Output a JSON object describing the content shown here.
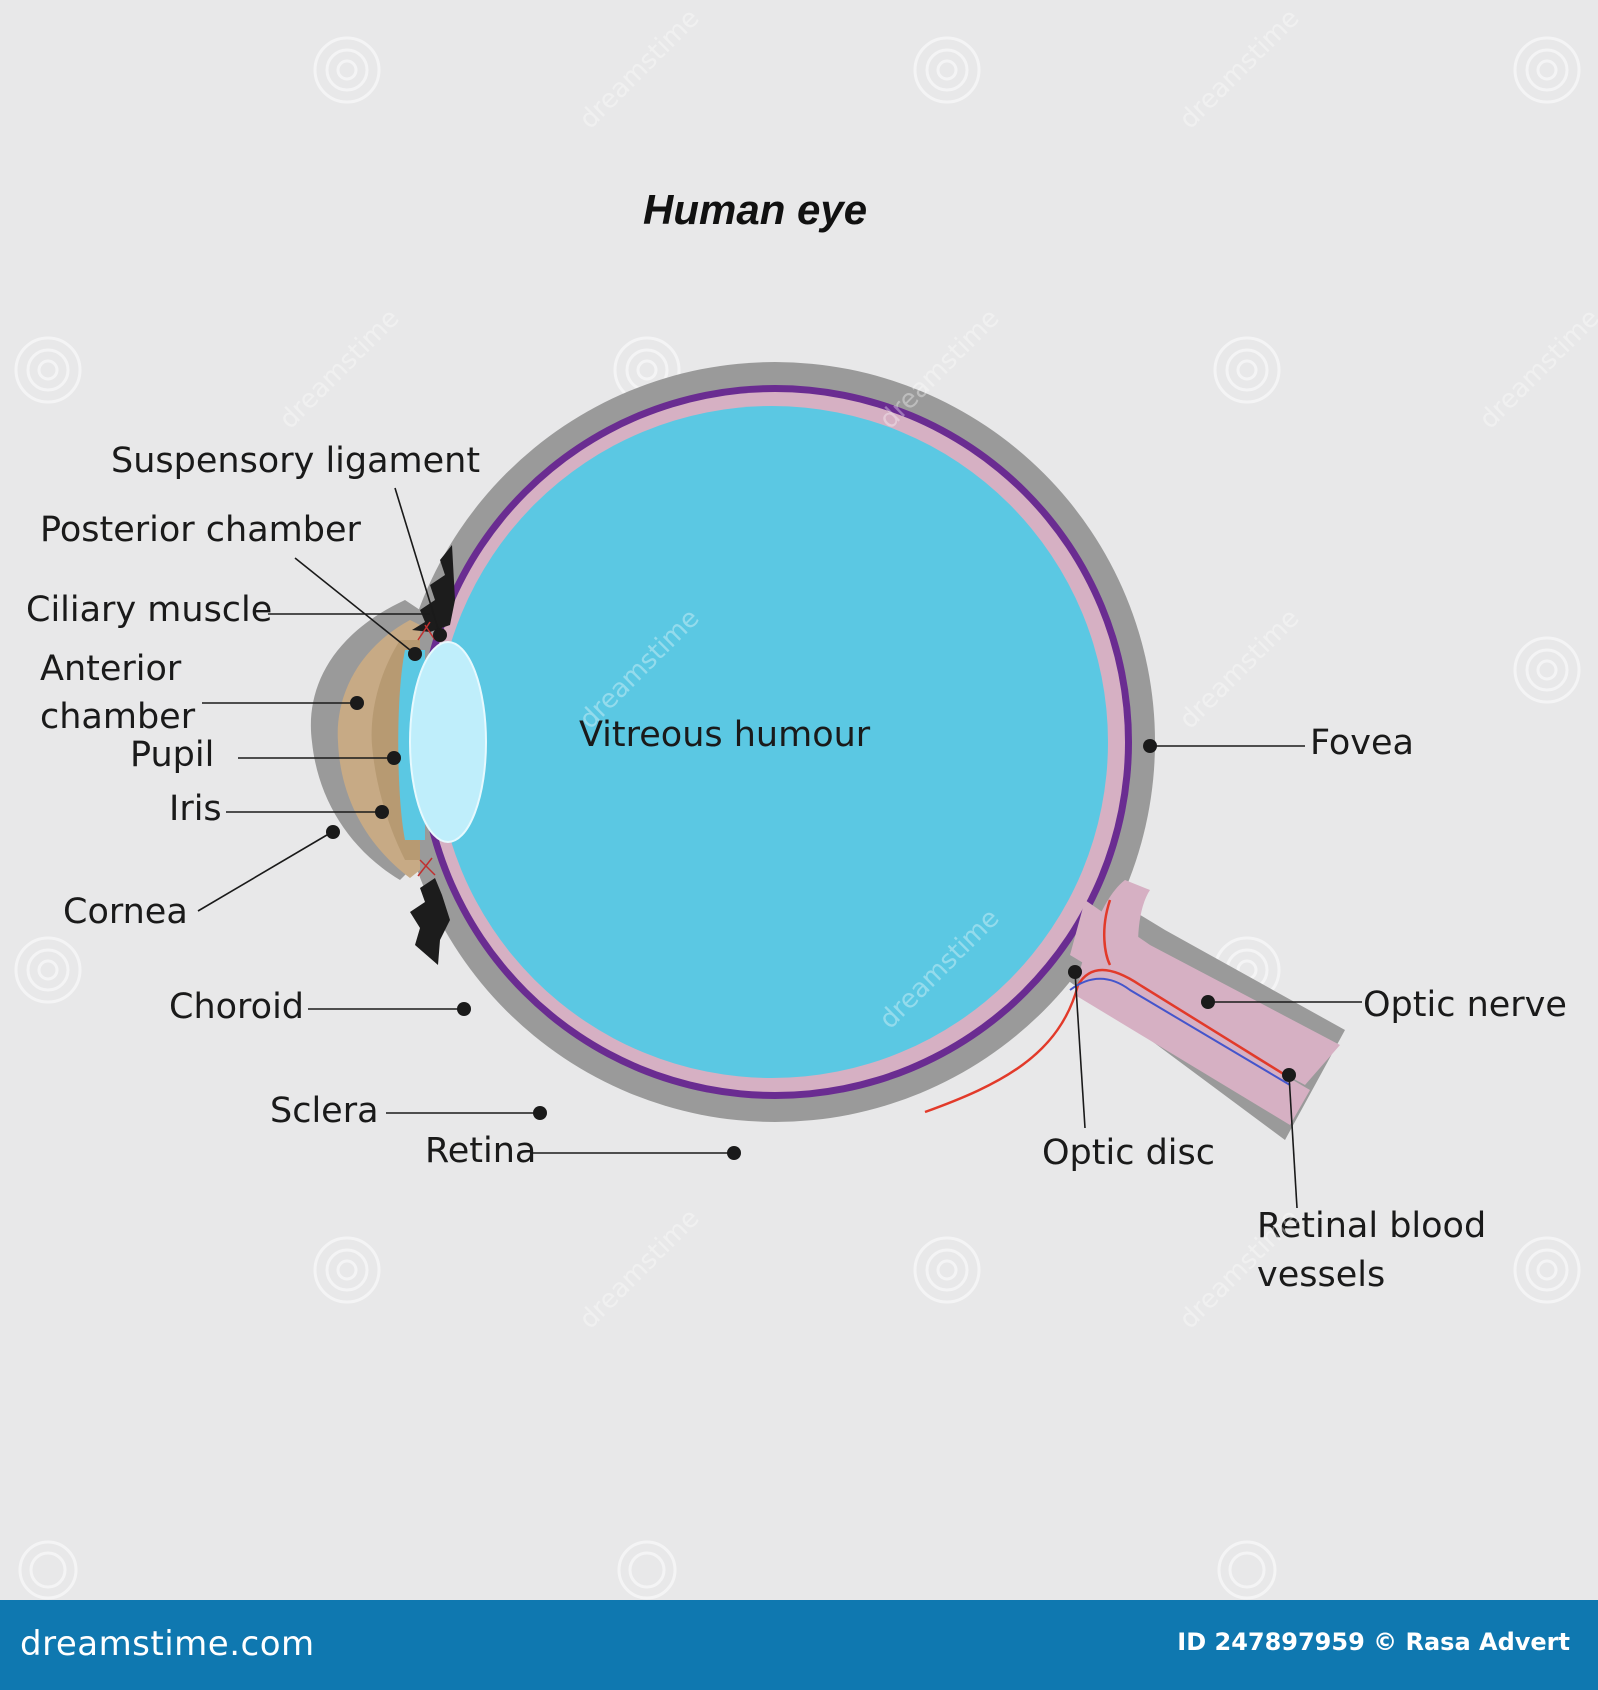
{
  "title": "Human eye",
  "labels": {
    "suspensory_ligament": "Suspensory ligament",
    "posterior_chamber": "Posterior chamber",
    "ciliary_muscle": "Ciliary muscle",
    "anterior_chamber_1": "Anterior",
    "anterior_chamber_2": "chamber",
    "pupil": "Pupil",
    "iris": "Iris",
    "cornea": "Cornea",
    "choroid": "Choroid",
    "sclera": "Sclera",
    "retina": "Retina",
    "vitreous_humour": "Vitreous humour",
    "fovea": "Fovea",
    "optic_nerve": "Optic nerve",
    "optic_disc": "Optic disc",
    "retinal_blood_vessels_1": "Retinal blood",
    "retinal_blood_vessels_2": "vessels"
  },
  "watermark": {
    "text": "dreamstime",
    "footer_brand": "dreamstime.com",
    "footer_credit": "ID 247897959 © Rasa Advert"
  },
  "colors": {
    "background": "#e8e8e9",
    "sclera": "#9a9a9a",
    "choroid": "#6a2c91",
    "retina": "#d6b0c3",
    "vitreous": "#5bc8e3",
    "lens": "#bfeefb",
    "iris": "#c7aa85",
    "footer": "#0f78b0"
  }
}
